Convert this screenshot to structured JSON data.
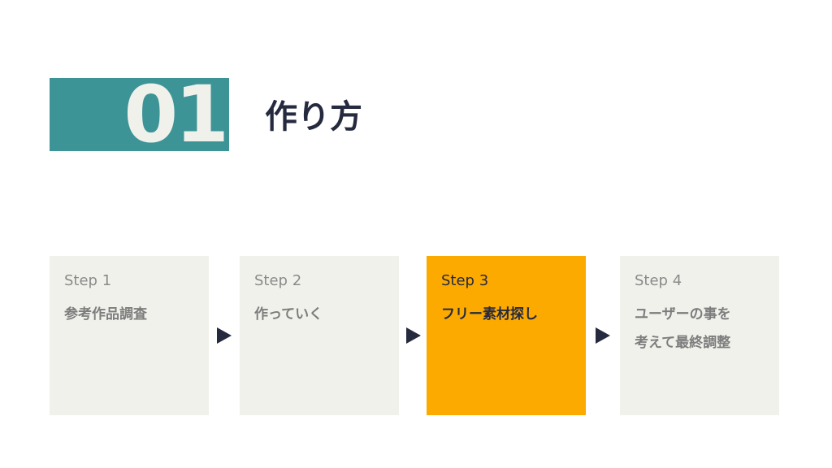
{
  "header": {
    "number": "01",
    "title": "作り方"
  },
  "steps": [
    {
      "label": "Step 1",
      "text": "参考作品調査",
      "active": false
    },
    {
      "label": "Step 2",
      "text": "作っていく",
      "active": false
    },
    {
      "label": "Step 3",
      "text": "フリー素材探し",
      "active": true
    },
    {
      "label": "Step 4",
      "text": "ユーザーの事を\n考えて最終調整",
      "active": false
    }
  ],
  "icons": {
    "step_arrow": "play-triangle-icon"
  },
  "colors": {
    "teal": "#3d9496",
    "card_bg": "#f1f1ec",
    "active_card": "#fcaa00",
    "dark_text": "#262a3f",
    "muted_text": "#7d7d7d"
  }
}
